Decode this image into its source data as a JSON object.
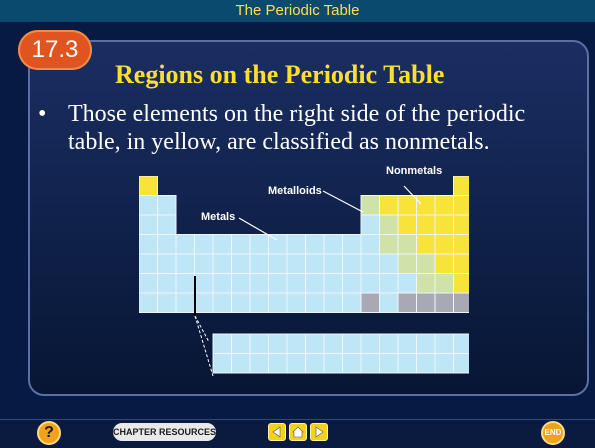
{
  "header": {
    "title": "The Periodic Table"
  },
  "section_badge": "17.3",
  "slide": {
    "title": "Regions on the Periodic Table",
    "bullet_symbol": "•",
    "bullet_text": "Those elements on the right side of the periodic table, in yellow, are classified as nonmetals."
  },
  "diagram": {
    "labels": {
      "nonmetals": "Nonmetals",
      "metalloids": "Metalloids",
      "metals": "Metals"
    },
    "colors": {
      "metals": "#bfe6f7",
      "nonmetals": "#f7e33a",
      "metalloids": "#cfe3a9",
      "noble": "#a9a9b6"
    }
  },
  "footer": {
    "help_label": "?",
    "chapter_resources_label": "CHAPTER RESOURCES",
    "prev_icon": "left-arrow-icon",
    "home_icon": "home-icon",
    "next_icon": "right-arrow-icon",
    "end_label": "END"
  }
}
